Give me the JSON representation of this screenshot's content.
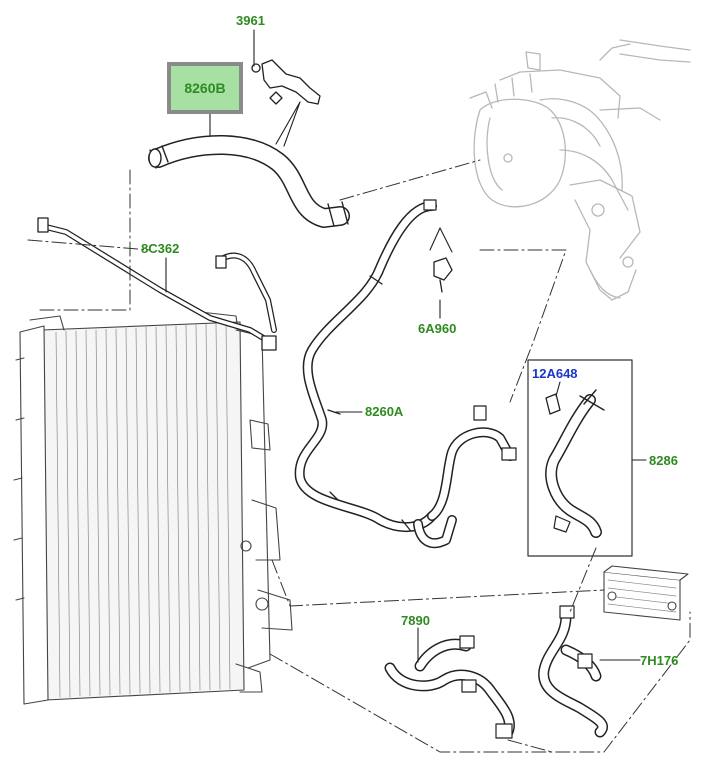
{
  "colors": {
    "label_green": "#2e8b1f",
    "label_blue": "#1a36c8",
    "highlight_fill": "#a6e0a3",
    "highlight_border": "#8a8a8a",
    "line": "#222222",
    "ghost": "#b8b8b8"
  },
  "labels": {
    "p3961": "3961",
    "p8260b": "8260B",
    "p8c362": "8C362",
    "p6a960": "6A960",
    "p8260a": "8260A",
    "p12a648": "12A648",
    "p8286": "8286",
    "p7890": "7890",
    "p7h176": "7H176"
  },
  "highlighted_part": "8260B"
}
